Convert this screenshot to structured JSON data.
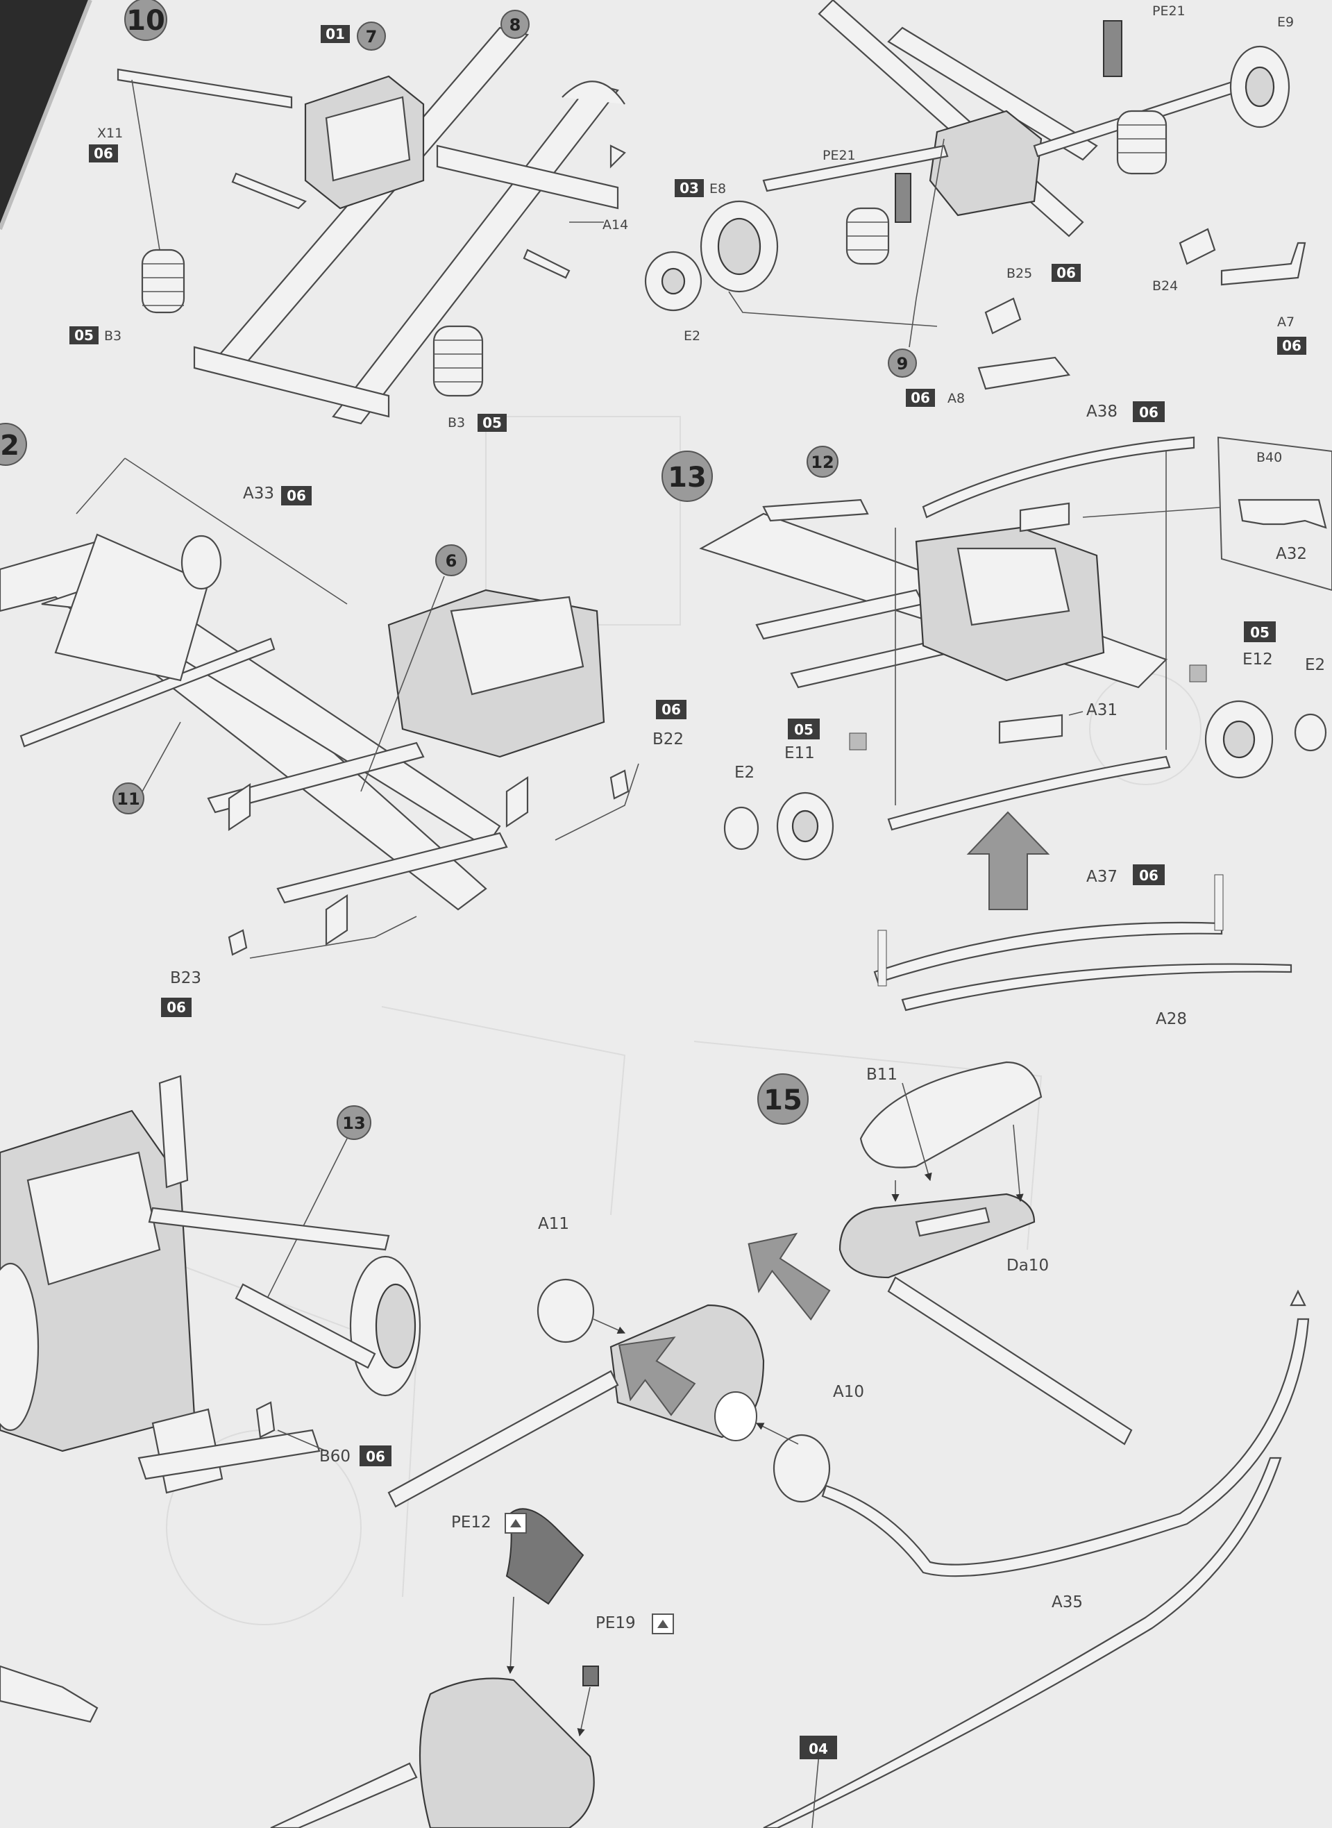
{
  "steps": {
    "s10": "10",
    "s13": "13",
    "s15": "15",
    "s12": "2"
  },
  "sub_steps": {
    "r7": "7",
    "r8": "8",
    "r9": "9",
    "r12": "12",
    "r6": "6",
    "r11": "11",
    "r13": "13"
  },
  "badges": {
    "b01": "01",
    "b06_x11": "06",
    "b05_b3a": "05",
    "b05_b3b": "05",
    "b03_e8": "03",
    "b06_b25": "06",
    "b06_a8": "06",
    "b06_a7": "06",
    "b06_a33": "06",
    "b06_b22": "06",
    "b06_b23": "06",
    "b06_a38": "06",
    "b05_e11": "05",
    "b05_e12": "05",
    "b06_a37": "06",
    "b06_b60": "06",
    "b04": "04"
  },
  "labels": {
    "x11": "X11",
    "b3a": "B3",
    "b3b": "B3",
    "a14": "A14",
    "e8": "E8",
    "pe21a": "PE21",
    "pe21b": "PE21",
    "e9": "E9",
    "e2a": "E2",
    "b25": "B25",
    "b24": "B24",
    "a7": "A7",
    "a8": "A8",
    "a33": "A33",
    "b22": "B22",
    "b23": "B23",
    "a38": "A38",
    "b40": "B40",
    "a32": "A32",
    "a31": "A31",
    "e11": "E11",
    "e2b": "E2",
    "e12": "E12",
    "e2c": "E2",
    "a37": "A37",
    "a28": "A28",
    "b11": "B11",
    "da10": "Da10",
    "a11": "A11",
    "a10": "A10",
    "b60": "B60",
    "a35": "A35",
    "pe12": "PE12",
    "pe19": "PE19"
  },
  "colors": {
    "paper": "#ececec",
    "badge": "#3c3c3c",
    "step_circle": "#9a9a9a",
    "line": "#4a4a4a"
  }
}
